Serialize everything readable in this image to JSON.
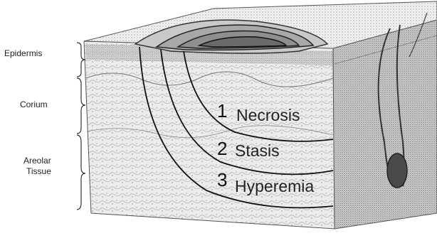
{
  "diagram": {
    "layer_labels": [
      {
        "id": "epidermis",
        "text": "Epidermis"
      },
      {
        "id": "corium",
        "text": "Corium"
      },
      {
        "id": "areolar1",
        "text": "Areolar"
      },
      {
        "id": "areolar2",
        "text": "Tissue"
      }
    ],
    "zones": [
      {
        "number": "1",
        "name": "Necrosis"
      },
      {
        "number": "2",
        "name": "Stasis"
      },
      {
        "number": "3",
        "name": "Hyperemia"
      }
    ]
  }
}
